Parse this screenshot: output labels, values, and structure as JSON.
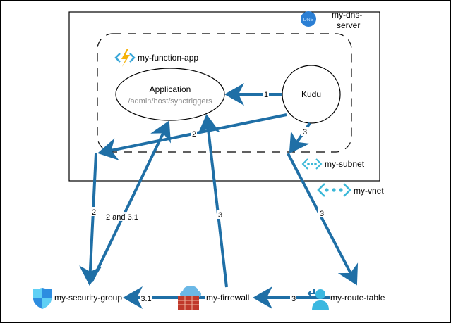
{
  "diagram": {
    "containers": {
      "vnet_box_label": "my-dns-server",
      "dns_badge": "DNS",
      "function_app_label": "my-function-app",
      "subnet_label": "my-subnet",
      "vnet_label": "my-vnet"
    },
    "nodes": {
      "application": {
        "title": "Application",
        "subtitle": "/admin/host/synctriggers"
      },
      "kudu": {
        "title": "Kudu"
      },
      "security_group": {
        "label": "my-security-group"
      },
      "firewall": {
        "label": "my-firrewall"
      },
      "route_table": {
        "label": "my-route-table"
      }
    },
    "edges": [
      {
        "id": "kudu-to-app",
        "label": "1"
      },
      {
        "id": "kudu-to-subnet-left",
        "label": "2"
      },
      {
        "id": "subnet-left-to-nsg",
        "label": "2"
      },
      {
        "id": "nsg-to-app",
        "label": "2 and 3.1"
      },
      {
        "id": "kudu-to-subnet-right",
        "label": "3"
      },
      {
        "id": "subnet-to-route-table",
        "label": "3"
      },
      {
        "id": "route-table-to-firewall",
        "label": "3"
      },
      {
        "id": "firewall-to-app",
        "label": "3"
      },
      {
        "id": "firewall-to-nsg",
        "label": "3.1"
      }
    ],
    "colors": {
      "edge": "#1f6fa6",
      "azure_blue": "#2b7fd4",
      "network_cyan": "#3bb8d8"
    }
  }
}
